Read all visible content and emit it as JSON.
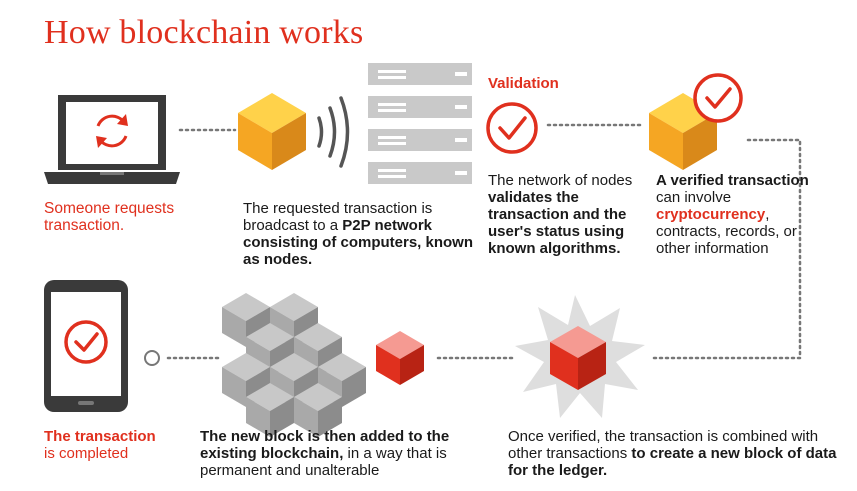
{
  "title": "How blockchain works",
  "steps": {
    "request": {
      "text": "Someone requests transaction."
    },
    "broadcast": {
      "text_1": "The requested transaction is broadcast to a ",
      "bold": "P2P network consisting of computers, known as nodes."
    },
    "validation": {
      "label": "Validation",
      "text_1": "The network of nodes ",
      "bold": "validates the transaction and the user's status using known algorithms."
    },
    "verified": {
      "bold_1": "A verified transaction",
      "text_1": " can involve ",
      "highlight": "cryptocurrency",
      "text_2": ", contracts, records, or other information"
    },
    "combined": {
      "text_1": "Once verified, the transaction is combined with other transactions ",
      "bold": "to create a new block of data for the ledger."
    },
    "added": {
      "bold": "The new block is then added to the existing blockchain,",
      "text_1": " in a way that is permanent and unalterable"
    },
    "completed": {
      "bold": "The transaction",
      "text_1": "is completed"
    }
  },
  "colors": {
    "accent": "#e0301e",
    "orange_top": "#ffd24a",
    "orange_left": "#f5a623",
    "orange_right": "#d9891a",
    "device": "#3a3a3a",
    "server": "#c9c9c9",
    "gray_cube": "#a9a9a9"
  },
  "icons": [
    "laptop-icon",
    "refresh-icon",
    "cube-icon",
    "broadcast-waves-icon",
    "server-stack-icon",
    "checkmark-circle-icon",
    "phone-icon",
    "blockchain-cubes-icon",
    "starburst-block-icon"
  ]
}
